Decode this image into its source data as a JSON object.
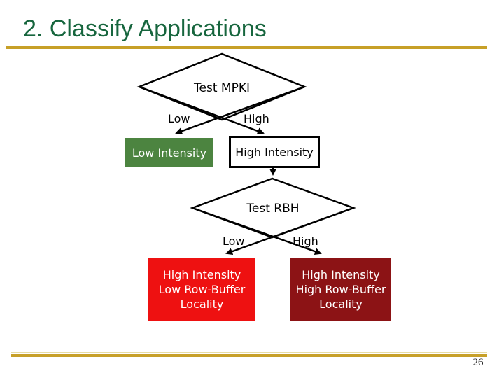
{
  "slide": {
    "title": "2. Classify Applications",
    "page_number": "26"
  },
  "flow": {
    "test_mpki": {
      "label": "Test MPKI",
      "low": "Low",
      "high": "High"
    },
    "low_intensity_box": {
      "label": "Low Intensity"
    },
    "high_intensity_box": {
      "label": "High Intensity"
    },
    "test_rbh": {
      "label": "Test RBH",
      "low": "Low",
      "high": "High"
    },
    "red_box": {
      "lines": [
        "High Intensity",
        "Low Row-Buffer",
        "Locality"
      ]
    },
    "dark_red_box": {
      "lines": [
        "High Intensity",
        "High Row-Buffer",
        "Locality"
      ]
    }
  },
  "colors": {
    "title_green": "#17663E",
    "accent_gold": "#C7A028",
    "low_intensity_green": "#4C8440",
    "result_red": "#EE1111",
    "result_dark_red": "#8C1315",
    "line_black": "#000000"
  }
}
